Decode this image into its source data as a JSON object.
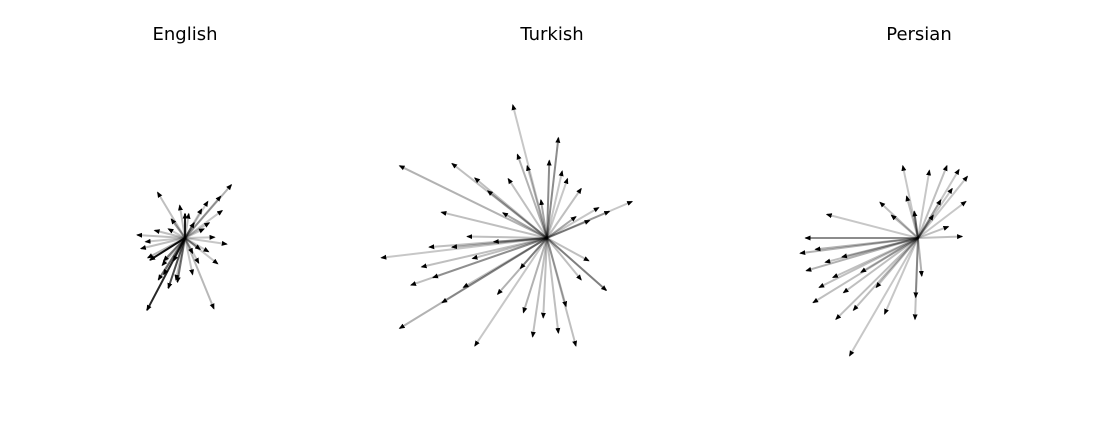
{
  "chart_data": [
    {
      "type": "vector-field",
      "title": "English",
      "grid": false,
      "axes_visible": false,
      "xlim": [
        -2,
        2
      ],
      "ylim": [
        -2,
        2
      ],
      "arrow_color": "#000000",
      "vectors": [
        [
          0.61,
          0.7,
          0.3
        ],
        [
          0.38,
          -0.93,
          0.28
        ],
        [
          -0.36,
          0.6,
          0.25
        ],
        [
          -0.63,
          0.04,
          0.25
        ],
        [
          0.55,
          -0.08,
          0.22
        ],
        [
          -0.49,
          -0.26,
          0.3
        ],
        [
          0.22,
          0.38,
          0.22
        ],
        [
          0.49,
          0.36,
          0.22
        ],
        [
          -0.52,
          -0.05,
          0.22
        ],
        [
          0.1,
          -0.48,
          0.22
        ],
        [
          -0.28,
          -0.48,
          0.25
        ],
        [
          0.31,
          -0.18,
          0.22
        ],
        [
          -0.12,
          -0.55,
          0.25
        ],
        [
          0.25,
          0.12,
          0.22
        ],
        [
          0.05,
          0.32,
          0.25
        ],
        [
          0.32,
          0.2,
          0.22
        ],
        [
          -0.3,
          -0.36,
          0.25
        ],
        [
          -0.22,
          0.12,
          0.22
        ],
        [
          0.43,
          -0.34,
          0.22
        ],
        [
          -0.15,
          -0.3,
          0.25
        ],
        [
          0.39,
          0.01,
          0.22
        ],
        [
          0.18,
          -0.33,
          0.22
        ],
        [
          -0.58,
          -0.14,
          0.25
        ],
        [
          0.3,
          0.48,
          0.22
        ],
        [
          -0.4,
          0.1,
          0.25
        ],
        [
          0.1,
          -0.2,
          0.22
        ],
        [
          0.47,
          0.55,
          0.22
        ],
        [
          -0.07,
          0.43,
          0.25
        ],
        [
          0.0,
          0.32,
          0.9
        ],
        [
          -0.46,
          -0.29,
          0.95
        ],
        [
          -0.5,
          -0.95,
          0.85
        ],
        [
          -0.22,
          -0.66,
          0.7
        ],
        [
          -0.1,
          -0.58,
          0.55
        ],
        [
          -0.35,
          -0.55,
          0.55
        ],
        [
          -0.28,
          -0.3,
          0.5
        ],
        [
          0.12,
          0.2,
          0.45
        ],
        [
          -0.18,
          0.25,
          0.4
        ],
        [
          0.2,
          -0.15,
          0.4
        ]
      ]
    },
    {
      "type": "vector-field",
      "title": "Turkish",
      "grid": false,
      "axes_visible": false,
      "xlim": [
        -2,
        2
      ],
      "ylim": [
        -2,
        2
      ],
      "arrow_color": "#000000",
      "vectors": [
        [
          -1.94,
          0.95,
          0.3
        ],
        [
          -0.45,
          1.75,
          0.22
        ],
        [
          0.15,
          1.32,
          0.45
        ],
        [
          0.03,
          1.02,
          0.45
        ],
        [
          1.12,
          0.48,
          0.22
        ],
        [
          0.82,
          0.35,
          0.25
        ],
        [
          -1.39,
          0.34,
          0.25
        ],
        [
          -2.18,
          -0.26,
          0.22
        ],
        [
          -1.79,
          -0.62,
          0.25
        ],
        [
          -1.94,
          -1.19,
          0.3
        ],
        [
          -0.95,
          -1.42,
          0.22
        ],
        [
          0.78,
          -0.69,
          0.5
        ],
        [
          0.38,
          -1.42,
          0.25
        ],
        [
          -0.65,
          -0.74,
          0.3
        ],
        [
          -0.98,
          -0.27,
          0.25
        ],
        [
          -1.25,
          0.98,
          0.25
        ],
        [
          -0.95,
          0.79,
          0.25
        ],
        [
          -0.78,
          0.62,
          0.25
        ],
        [
          -0.51,
          0.78,
          0.25
        ],
        [
          -0.26,
          0.95,
          0.25
        ],
        [
          0.2,
          0.88,
          0.22
        ],
        [
          0.27,
          0.78,
          0.22
        ],
        [
          0.45,
          0.65,
          0.25
        ],
        [
          0.68,
          0.4,
          0.22
        ],
        [
          0.56,
          0.23,
          0.22
        ],
        [
          -0.05,
          -1.05,
          0.25
        ],
        [
          -0.19,
          -1.3,
          0.25
        ],
        [
          0.15,
          -1.25,
          0.25
        ],
        [
          -0.31,
          -0.98,
          0.3
        ],
        [
          0.25,
          -0.9,
          0.25
        ],
        [
          -1.55,
          -0.12,
          0.25
        ],
        [
          -1.65,
          -0.38,
          0.25
        ],
        [
          -1.5,
          -0.52,
          0.25
        ],
        [
          -1.25,
          -0.12,
          0.3
        ],
        [
          -1.05,
          0.02,
          0.25
        ],
        [
          -0.7,
          -0.05,
          0.3
        ],
        [
          0.45,
          -0.55,
          0.25
        ],
        [
          0.55,
          -0.3,
          0.25
        ],
        [
          -0.39,
          1.1,
          0.3
        ],
        [
          -0.08,
          0.5,
          0.35
        ],
        [
          -1.38,
          -0.85,
          0.25
        ],
        [
          -1.1,
          -0.65,
          0.25
        ],
        [
          -0.35,
          -0.4,
          0.3
        ],
        [
          0.38,
          0.28,
          0.35
        ],
        [
          -0.58,
          0.33,
          0.35
        ]
      ]
    },
    {
      "type": "vector-field",
      "title": "Persian",
      "grid": false,
      "axes_visible": false,
      "xlim": [
        -2,
        2
      ],
      "ylim": [
        -2,
        2
      ],
      "arrow_color": "#000000",
      "vectors": [
        [
          -1.48,
          0.0,
          0.45
        ],
        [
          -1.47,
          -0.43,
          0.3
        ],
        [
          -1.3,
          -0.65,
          0.25
        ],
        [
          -1.55,
          -0.2,
          0.3
        ],
        [
          -1.38,
          -0.85,
          0.25
        ],
        [
          -1.08,
          -1.07,
          0.25
        ],
        [
          -0.9,
          -1.55,
          0.22
        ],
        [
          -0.44,
          -1.0,
          0.22
        ],
        [
          -0.04,
          -1.07,
          0.25
        ],
        [
          -0.03,
          -0.78,
          0.3
        ],
        [
          0.58,
          0.02,
          0.25
        ],
        [
          0.63,
          0.48,
          0.22
        ],
        [
          0.54,
          0.9,
          0.22
        ],
        [
          0.38,
          0.95,
          0.25
        ],
        [
          0.15,
          0.89,
          0.22
        ],
        [
          -0.2,
          0.95,
          0.22
        ],
        [
          -0.5,
          0.47,
          0.25
        ],
        [
          -1.2,
          0.31,
          0.22
        ],
        [
          0.65,
          0.81,
          0.22
        ],
        [
          0.45,
          0.65,
          0.22
        ],
        [
          0.3,
          0.5,
          0.22
        ],
        [
          -0.05,
          0.35,
          0.6
        ],
        [
          -0.15,
          0.55,
          0.25
        ],
        [
          -1.22,
          -0.32,
          0.25
        ],
        [
          -1.12,
          -0.52,
          0.25
        ],
        [
          -0.98,
          -0.72,
          0.25
        ],
        [
          -0.75,
          -0.45,
          0.25
        ],
        [
          -0.55,
          -0.65,
          0.25
        ],
        [
          -1.35,
          -0.15,
          0.3
        ],
        [
          -1.0,
          -0.25,
          0.3
        ],
        [
          0.2,
          0.3,
          0.3
        ],
        [
          0.4,
          0.15,
          0.25
        ],
        [
          -0.85,
          -0.95,
          0.25
        ],
        [
          0.05,
          -0.5,
          0.3
        ],
        [
          -0.35,
          0.3,
          0.25
        ]
      ]
    }
  ]
}
